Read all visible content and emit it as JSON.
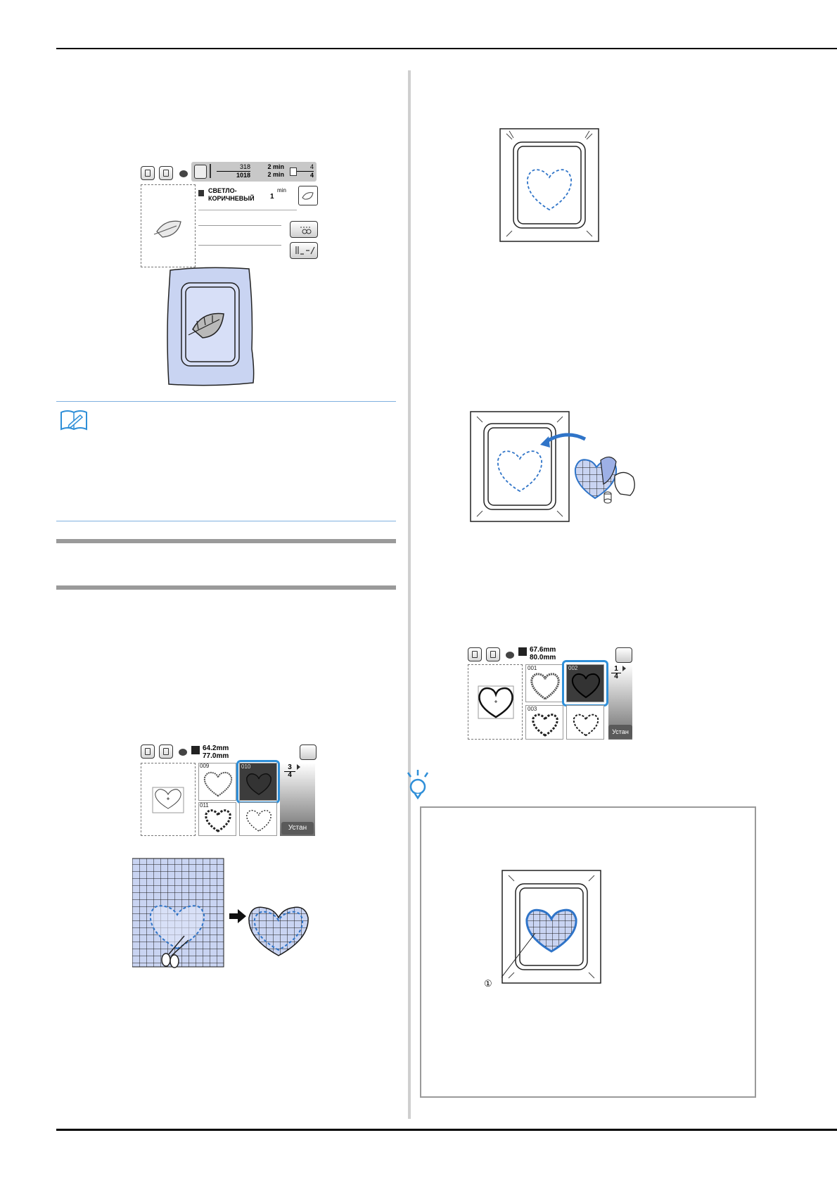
{
  "screen_leaf": {
    "stitch_counts": {
      "current": "318",
      "total": "1018"
    },
    "times": {
      "line1": "2 min",
      "line2": "2 min"
    },
    "color_count": {
      "current": "4",
      "total": "4"
    },
    "thread_color_line1": "СВЕТЛО-",
    "thread_color_line2": "КОРИЧНЕВЫЙ",
    "thread_number": "1",
    "thread_unit": "min"
  },
  "screen_heart_left": {
    "dim_width": "64.2mm",
    "dim_height": "77.0mm",
    "cells": [
      "009",
      "010",
      "011"
    ],
    "page_current": "3",
    "page_total": "4",
    "set_button": "Устан"
  },
  "screen_heart_right": {
    "dim_width": "67.6mm",
    "dim_height": "80.0mm",
    "cells": [
      "001",
      "002",
      "003"
    ],
    "page_current": "1",
    "page_total": "4",
    "set_button": "Устан"
  },
  "note": {
    "callout": "①"
  },
  "icons": [
    "memo-icon",
    "note-lightbulb-icon",
    "scissors-icon",
    "arrow-right-icon",
    "curved-arrow-icon",
    "hand-icon"
  ],
  "colors": {
    "accent_blue": "#2f8fd8",
    "light_fabric": "#c9d4f2",
    "heart_dash": "#2f74c8"
  }
}
